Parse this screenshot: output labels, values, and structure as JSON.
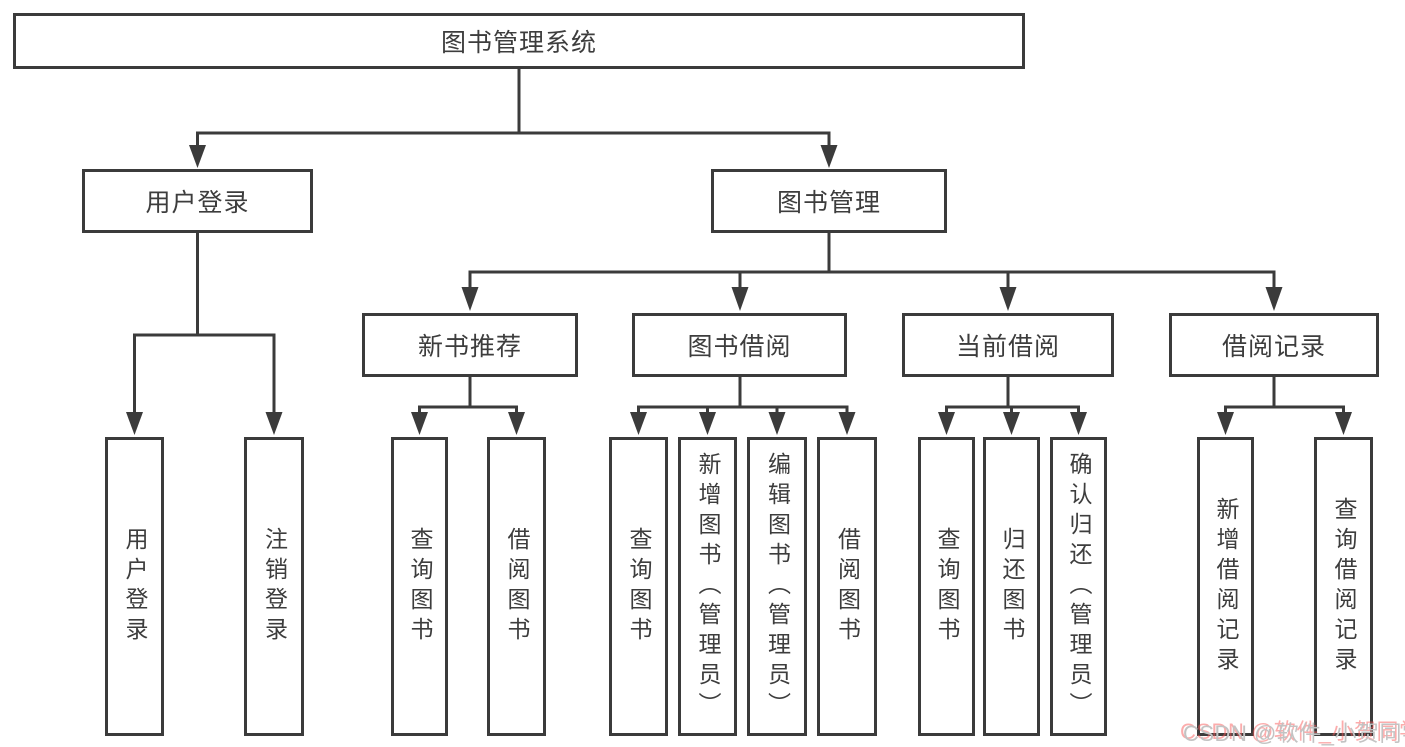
{
  "tree": {
    "root": {
      "label": "图书管理系统"
    },
    "branches": [
      {
        "label": "用户登录",
        "children": [
          {
            "label": "用户登录"
          },
          {
            "label": "注销登录"
          }
        ]
      },
      {
        "label": "图书管理",
        "children": [
          {
            "label": "新书推荐",
            "children": [
              {
                "label": "查询图书"
              },
              {
                "label": "借阅图书"
              }
            ]
          },
          {
            "label": "图书借阅",
            "children": [
              {
                "label": "查询图书"
              },
              {
                "label": "新增图书（管理员）"
              },
              {
                "label": "编辑图书（管理员）"
              },
              {
                "label": "借阅图书"
              }
            ]
          },
          {
            "label": "当前借阅",
            "children": [
              {
                "label": "查询图书"
              },
              {
                "label": "归还图书"
              },
              {
                "label": "确认归还（管理员）"
              }
            ]
          },
          {
            "label": "借阅记录",
            "children": [
              {
                "label": "新增借阅记录"
              },
              {
                "label": "查询借阅记录"
              }
            ]
          }
        ]
      }
    ]
  },
  "watermark": {
    "text": "CSDN @软件_小贺同学"
  },
  "colors": {
    "line": "#3b3b3b",
    "box_border": "#3b3b3b",
    "text": "#3d3d3d",
    "background": "#ffffff",
    "watermark_text": "#c3c3c3",
    "watermark_shadow": "#fa5a5a"
  }
}
